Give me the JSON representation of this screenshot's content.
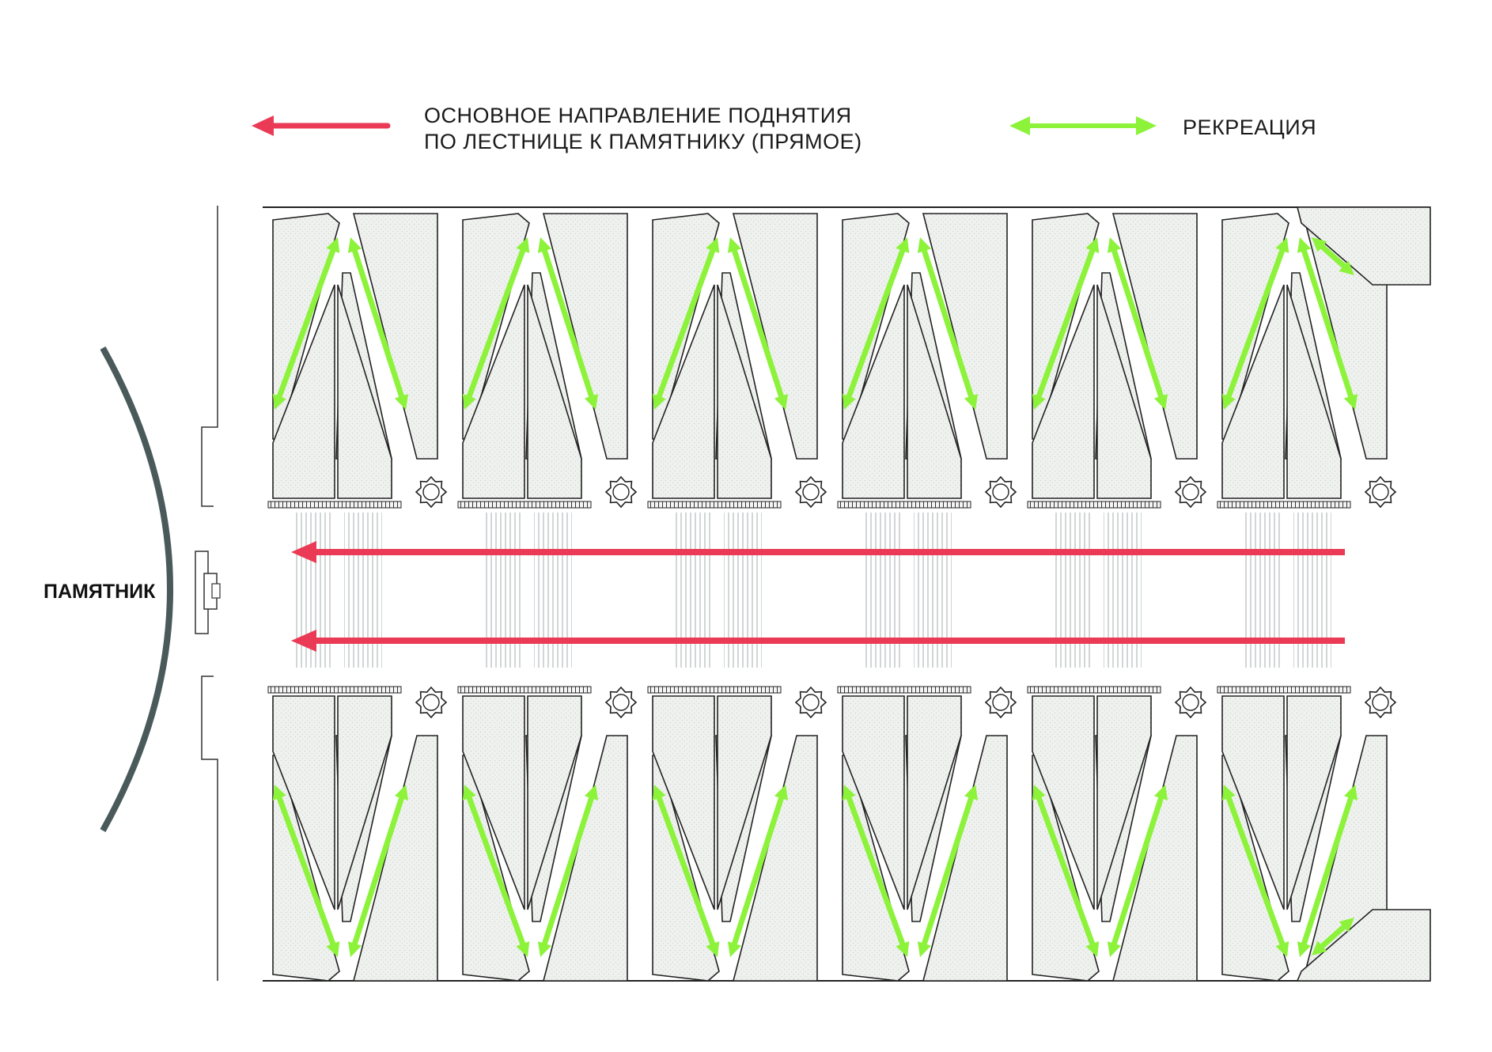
{
  "legend": {
    "main_direction": {
      "line1": "ОСНОВНОЕ НАПРАВЛЕНИЕ ПОДНЯТИЯ",
      "line2": "ПО ЛЕСТНИЦЕ К ПАМЯТНИКУ (ПРЯМОЕ)",
      "color": "#ea3a55"
    },
    "recreation": {
      "label": "РЕКРЕАЦИЯ",
      "color": "#8cf23a"
    }
  },
  "monument": {
    "label": "ПАМЯТНИК"
  },
  "colors": {
    "platform_fill": "#eef1ee",
    "outline": "#222222",
    "arc": "#4a5a5a",
    "steps": "#9aa0a0"
  }
}
